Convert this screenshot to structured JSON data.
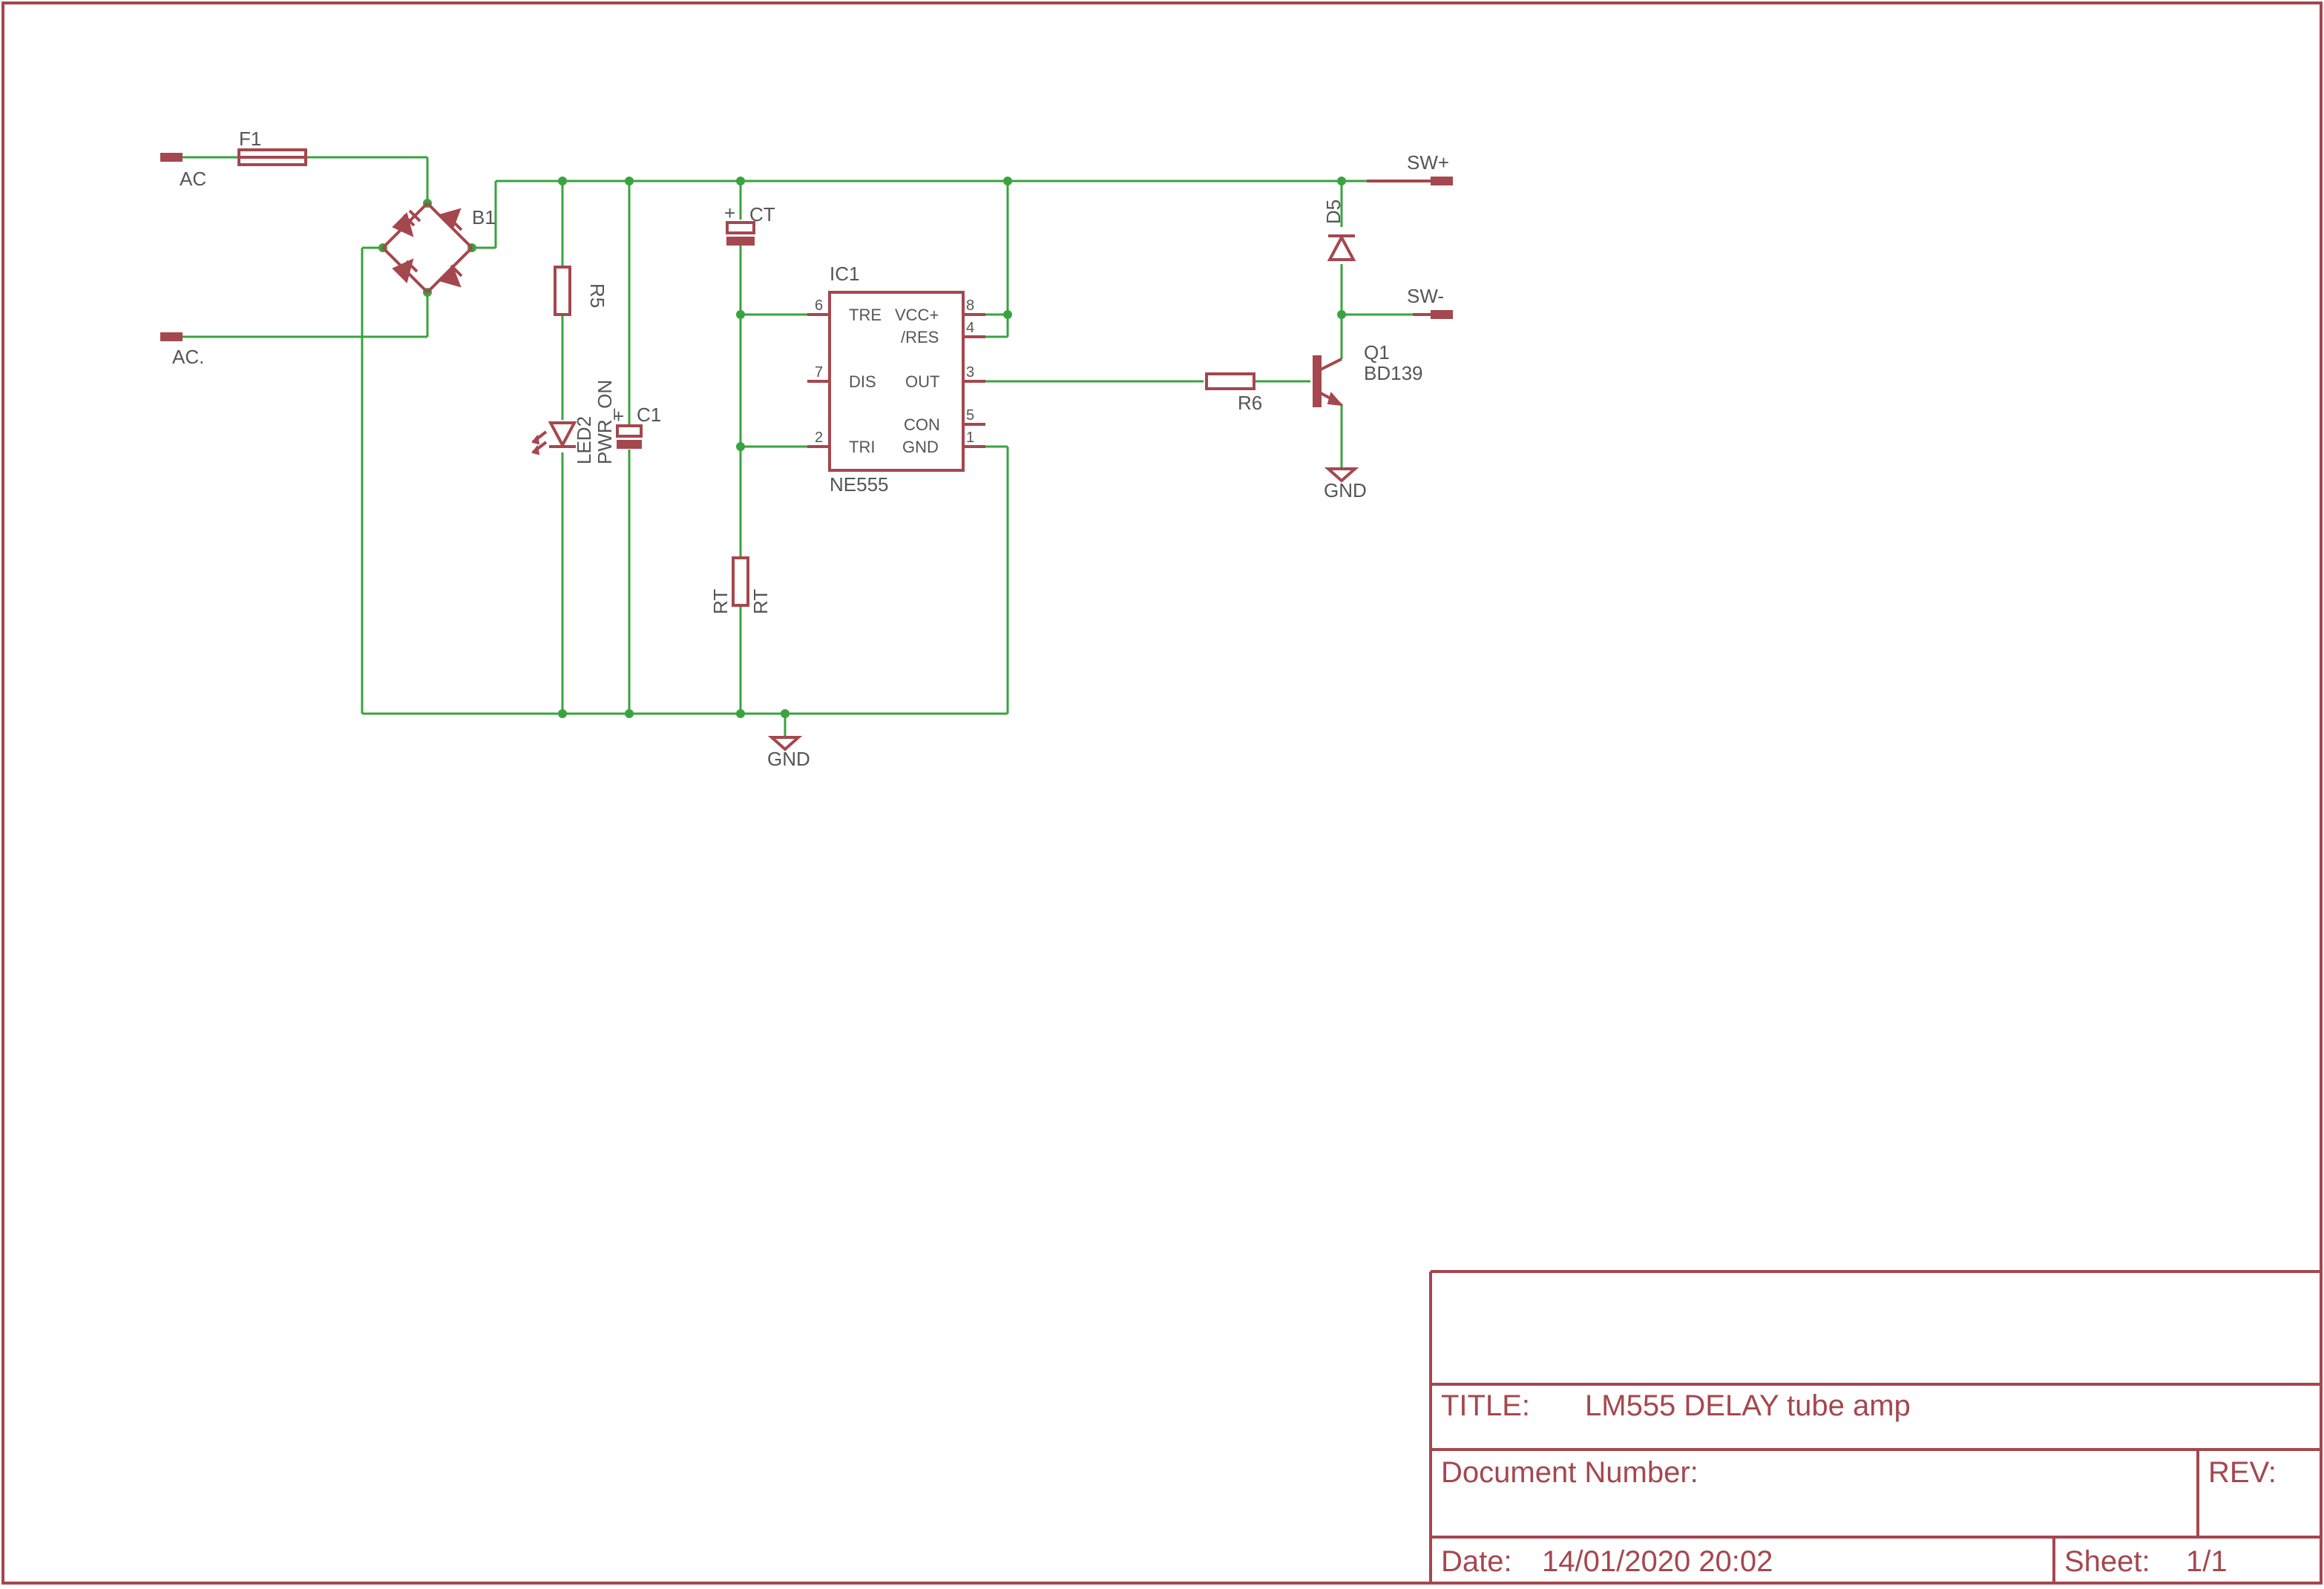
{
  "title_block": {
    "title_label": "TITLE:",
    "title_value": "LM555 DELAY tube amp",
    "docnum_label": "Document Number:",
    "rev_label": "REV:",
    "date_label": "Date:",
    "date_value": "14/01/2020 20:02",
    "sheet_label": "Sheet:",
    "sheet_value": "1/1"
  },
  "nets": {
    "ac1": "AC",
    "ac2": "AC.",
    "sw_plus": "SW+",
    "sw_minus": "SW-",
    "gnd1": "GND",
    "gnd2": "GND"
  },
  "parts": {
    "f1": "F1",
    "b1": "B1",
    "r5": "R5",
    "led2_name": "LED2",
    "led2_value": "PWR_ON",
    "c1": "C1",
    "ct": "CT",
    "ct_plus": "+",
    "c1_plus": "+",
    "rt_name": "RT",
    "rt_value": "RT",
    "ic1_name": "IC1",
    "ic1_value": "NE555",
    "r6": "R6",
    "q1_name": "Q1",
    "q1_value": "BD139",
    "d5": "D5"
  },
  "ic_pins": {
    "tre": "TRE",
    "dis": "DIS",
    "tri": "TRI",
    "vcc": "VCC+",
    "res": "/RES",
    "out": "OUT",
    "con": "CON",
    "gnd": "GND",
    "n6": "6",
    "n7": "7",
    "n2": "2",
    "n8": "8",
    "n4": "4",
    "n3": "3",
    "n5": "5",
    "n1": "1"
  }
}
